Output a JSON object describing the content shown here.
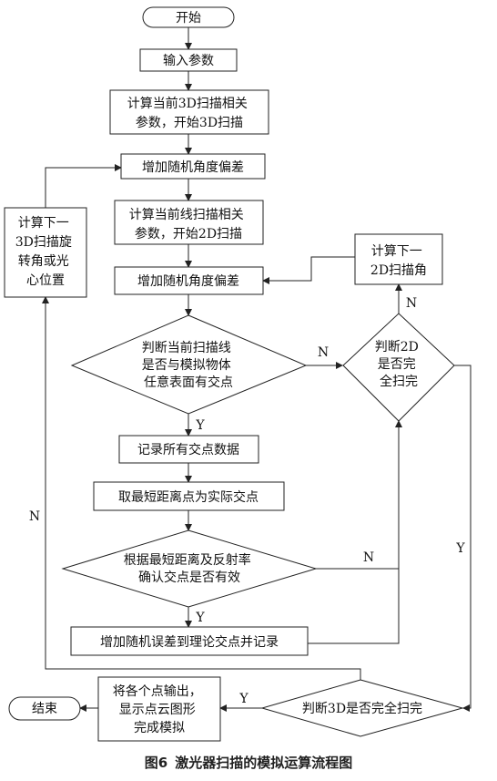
{
  "nodes": {
    "start": [
      "开始"
    ],
    "input_params": [
      "输入参数"
    ],
    "calc_3d_scan": [
      "计算当前3D扫描相关",
      "参数，开始3D扫描"
    ],
    "add_angle_dev_1": [
      "增加随机角度偏差"
    ],
    "calc_line_scan": [
      "计算当前线扫描相关",
      "参数，开始2D扫描"
    ],
    "add_angle_dev_2": [
      "增加随机角度偏差"
    ],
    "judge_intersect": [
      "判断当前扫描线",
      "是否与模拟物体",
      "任意表面有交点"
    ],
    "record_points": [
      "记录所有交点数据"
    ],
    "take_shortest": [
      "取最短距离点为实际交点"
    ],
    "judge_valid": [
      "根据最短距离及反射率",
      "确认交点是否有效"
    ],
    "add_error": [
      "增加随机误差到理论交点并记录"
    ],
    "judge_2d_done": [
      "判断2D",
      "是否完",
      "全扫完"
    ],
    "calc_next_2d": [
      "计算下一",
      "2D扫描角"
    ],
    "calc_next_3d": [
      "计算下一",
      "3D扫描旋",
      "转角或光",
      "心位置"
    ],
    "judge_3d_done": [
      "判断3D是否完全扫完"
    ],
    "output_points": [
      "将各个点输出，",
      "显示点云图形",
      "完成模拟"
    ],
    "end": [
      "结束"
    ]
  },
  "edge_labels": {
    "intersect_no": "N",
    "intersect_yes": "Y",
    "valid_no": "N",
    "valid_yes": "Y",
    "done2d_no": "N",
    "done2d_yes": "Y",
    "done3d_no": "N",
    "done3d_yes": "Y"
  },
  "caption": {
    "figure": "图6",
    "title": "激光器扫描的模拟运算流程图"
  }
}
